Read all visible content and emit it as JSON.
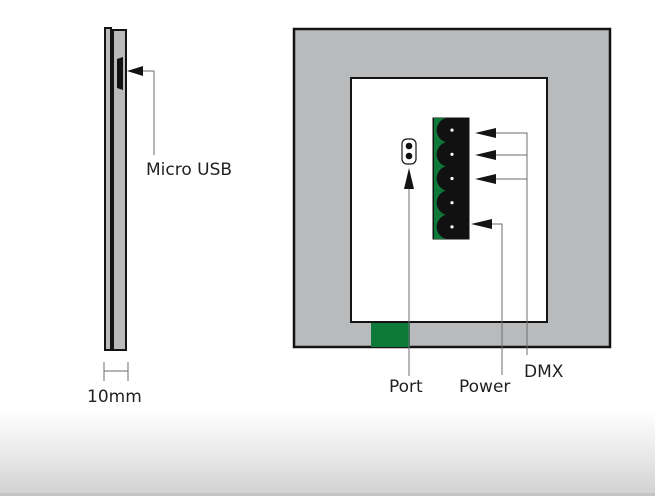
{
  "colors": {
    "housing_gray": "#b9babc",
    "outline": "#141414",
    "terminal_green": "#0e7a3a",
    "leader_line": "#6d6e70",
    "text": "#231f20"
  },
  "side_view": {
    "label_usb": "Micro USB",
    "label_thickness": "10mm"
  },
  "front_view": {
    "label_port": "Port",
    "label_power": "Power",
    "label_dmx": "DMX",
    "terminal_pins": 5,
    "dmx_pins": [
      1,
      2,
      3
    ],
    "power_pin": 5
  }
}
